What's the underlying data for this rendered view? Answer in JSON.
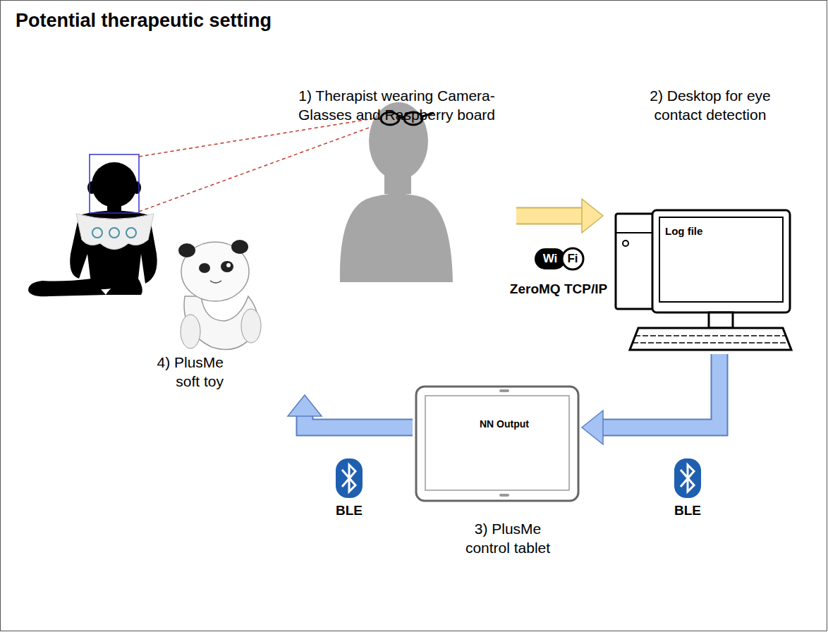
{
  "diagram": {
    "title": "Potential therapeutic setting",
    "nodes": [
      {
        "text": [
          "1) Therapist wearing Camera-Glasses and Raspberry board"
        ]
      },
      {
        "text": [
          "2) Desktop for eye contact detection",
          "Log file"
        ]
      },
      {
        "text": [
          "NN Output",
          "3) PlusMe control tablet"
        ]
      },
      {
        "text": [
          "4) PlusMe soft toy"
        ]
      }
    ],
    "edges": [
      {
        "from": 0,
        "to": 1,
        "arrow": "to",
        "label": "ZeroMQ TCP/IP"
      },
      {
        "from": 1,
        "to": 2,
        "arrow": "to",
        "label": "BLE"
      },
      {
        "from": 2,
        "to": 3,
        "arrow": "to",
        "label": "BLE"
      }
    ],
    "labels": [
      "Wi",
      "Fi"
    ]
  }
}
